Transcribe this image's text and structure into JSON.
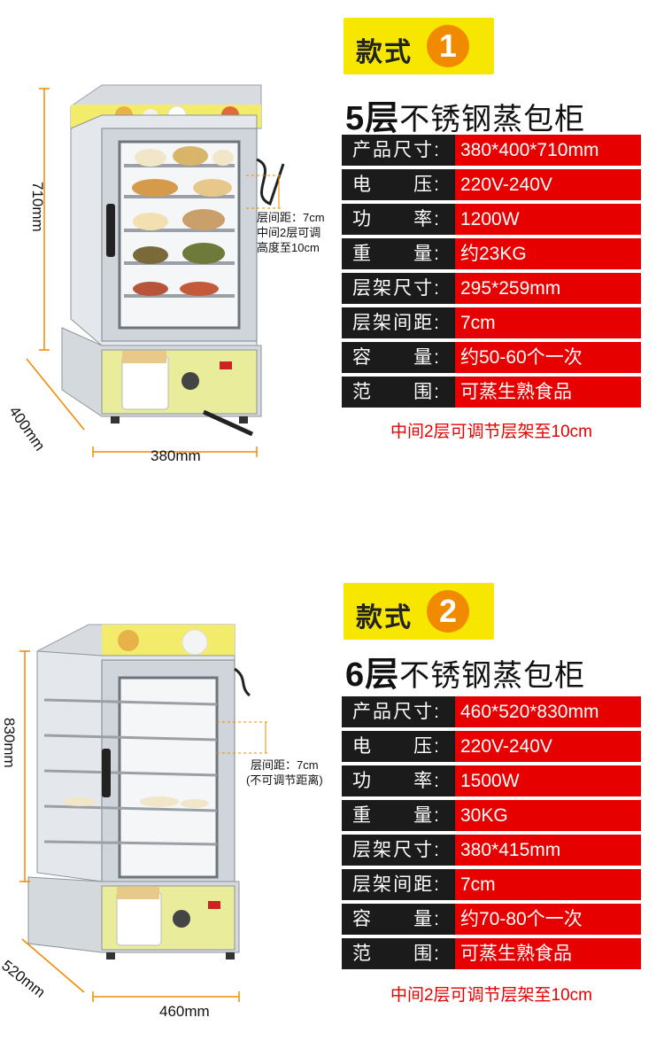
{
  "models": [
    {
      "badge_text": "款式",
      "badge_num": "1",
      "title_lead": "5层",
      "title_rest": "不锈钢蒸包柜",
      "specs": [
        {
          "label": "产品尺寸:",
          "value": "380*400*710mm"
        },
        {
          "label": "电　　压:",
          "value": "220V-240V"
        },
        {
          "label": "功　　率:",
          "value": "1200W"
        },
        {
          "label": "重　　量:",
          "value": "约23KG"
        },
        {
          "label": "层架尺寸:",
          "value": "295*259mm"
        },
        {
          "label": "层架间距:",
          "value": "7cm"
        },
        {
          "label": "容　　量:",
          "value": "约50-60个一次"
        },
        {
          "label": "范　　围:",
          "value": "可蒸生熟食品"
        }
      ],
      "note": "中间2层可调节层架至10cm",
      "dim_height": "710mm",
      "dim_depth": "400mm",
      "dim_width": "380mm",
      "shelf_note_1": "层间距：7cm",
      "shelf_note_2": "中间2层可调",
      "shelf_note_3": "高度至10cm"
    },
    {
      "badge_text": "款式",
      "badge_num": "2",
      "title_lead": "6层",
      "title_rest": "不锈钢蒸包柜",
      "specs": [
        {
          "label": "产品尺寸:",
          "value": "460*520*830mm"
        },
        {
          "label": "电　　压:",
          "value": "220V-240V"
        },
        {
          "label": "功　　率:",
          "value": "1500W"
        },
        {
          "label": "重　　量:",
          "value": "30KG"
        },
        {
          "label": "层架尺寸:",
          "value": "380*415mm"
        },
        {
          "label": "层架间距:",
          "value": "7cm"
        },
        {
          "label": "容　　量:",
          "value": "约70-80个一次"
        },
        {
          "label": "范　　围:",
          "value": "可蒸生熟食品"
        }
      ],
      "note": "中间2层可调节层架至10cm",
      "dim_height": "830mm",
      "dim_depth": "520mm",
      "dim_width": "460mm",
      "shelf_note_1": "层间距：7cm",
      "shelf_note_2": "(不可调节距离)"
    }
  ],
  "colors": {
    "badge_bg": "#f7e600",
    "badge_circle": "#f28a00",
    "label_bg": "#1b1b1b",
    "value_bg": "#e60000",
    "note_text": "#e60000",
    "dimension_line": "#f28a00"
  }
}
